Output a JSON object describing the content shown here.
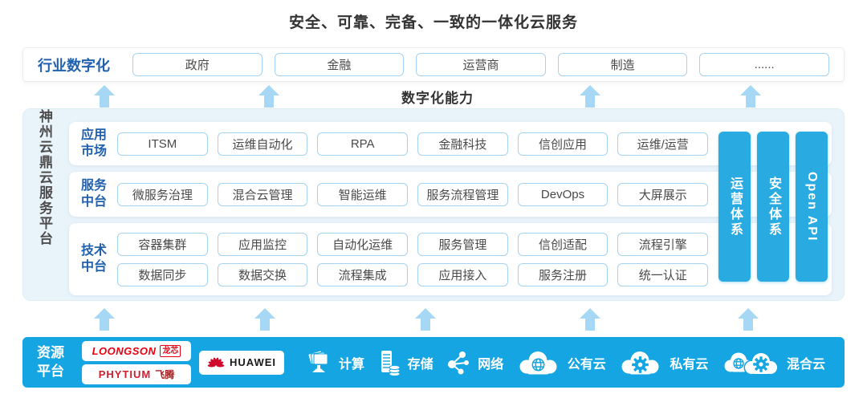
{
  "title": "安全、可靠、完备、一致的一体化云服务",
  "industry_band": {
    "label": "行业数字化",
    "items": [
      "政府",
      "金融",
      "运营商",
      "制造",
      "......"
    ]
  },
  "digital_capability_label": "数字化能力",
  "platform": {
    "side_label": "神州云鼎云服务平台",
    "rows": [
      {
        "label": "应用市场",
        "items": [
          "ITSM",
          "运维自动化",
          "RPA",
          "金融科技",
          "信创应用",
          "运维/运营"
        ]
      },
      {
        "label": "服务中台",
        "items": [
          "微服务治理",
          "混合云管理",
          "智能运维",
          "服务流程管理",
          "DevOps",
          "大屏展示"
        ]
      },
      {
        "label": "技术中台",
        "items_top": [
          "容器集群",
          "应用监控",
          "自动化运维",
          "服务管理",
          "信创适配",
          "流程引擎"
        ],
        "items_bottom": [
          "数据同步",
          "数据交换",
          "流程集成",
          "应用接入",
          "服务注册",
          "统一认证"
        ]
      }
    ],
    "vertical_bars": [
      {
        "label": "运营体系"
      },
      {
        "label": "安全体系"
      },
      {
        "label": "Open API"
      }
    ]
  },
  "resource_platform": {
    "label": "资源平台",
    "vendors": {
      "loongson": {
        "en": "LOONGSON",
        "cn": "龙芯"
      },
      "phytium": {
        "en": "PHYTIUM",
        "cn": "飞腾"
      },
      "huawei": {
        "name": "HUAWEI"
      }
    },
    "resources": [
      {
        "name": "计算",
        "icon": "compute-icon"
      },
      {
        "name": "存储",
        "icon": "storage-icon"
      },
      {
        "name": "网络",
        "icon": "network-icon"
      },
      {
        "name": "公有云",
        "icon": "public-cloud-icon"
      },
      {
        "name": "私有云",
        "icon": "private-cloud-icon"
      },
      {
        "name": "混合云",
        "icon": "hybrid-cloud-icon"
      }
    ]
  },
  "colors": {
    "accent_blue": "#29abe2",
    "resource_bar_blue": "#14a5e2",
    "arrow_blue": "#a6d7f4",
    "label_blue": "#2161ad",
    "box_border_blue": "#a5d3ef",
    "platform_bg": "#e9f3fa",
    "loongson_red": "#e60012",
    "huawei_red": "#cf0a2c",
    "text_dark": "#4a4a4a"
  }
}
